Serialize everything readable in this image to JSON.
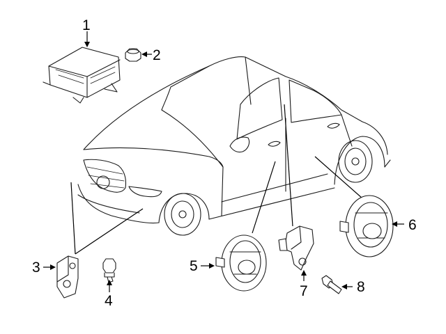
{
  "callouts": [
    {
      "id": "1",
      "label": "1"
    },
    {
      "id": "2",
      "label": "2"
    },
    {
      "id": "3",
      "label": "3"
    },
    {
      "id": "4",
      "label": "4"
    },
    {
      "id": "5",
      "label": "5"
    },
    {
      "id": "6",
      "label": "6"
    },
    {
      "id": "7",
      "label": "7"
    },
    {
      "id": "8",
      "label": "8"
    }
  ],
  "colors": {
    "line": "#1a1a1a",
    "background": "#ffffff"
  },
  "parts": [
    {
      "callout": "1",
      "icon": "control-module-icon"
    },
    {
      "callout": "2",
      "icon": "nut-icon"
    },
    {
      "callout": "3",
      "icon": "front-impact-sensor-icon"
    },
    {
      "callout": "4",
      "icon": "bolt-icon"
    },
    {
      "callout": "5",
      "icon": "door-pressure-sensor-icon"
    },
    {
      "callout": "6",
      "icon": "rear-door-pressure-sensor-icon"
    },
    {
      "callout": "7",
      "icon": "side-impact-sensor-icon"
    },
    {
      "callout": "8",
      "icon": "bolt-icon"
    }
  ]
}
